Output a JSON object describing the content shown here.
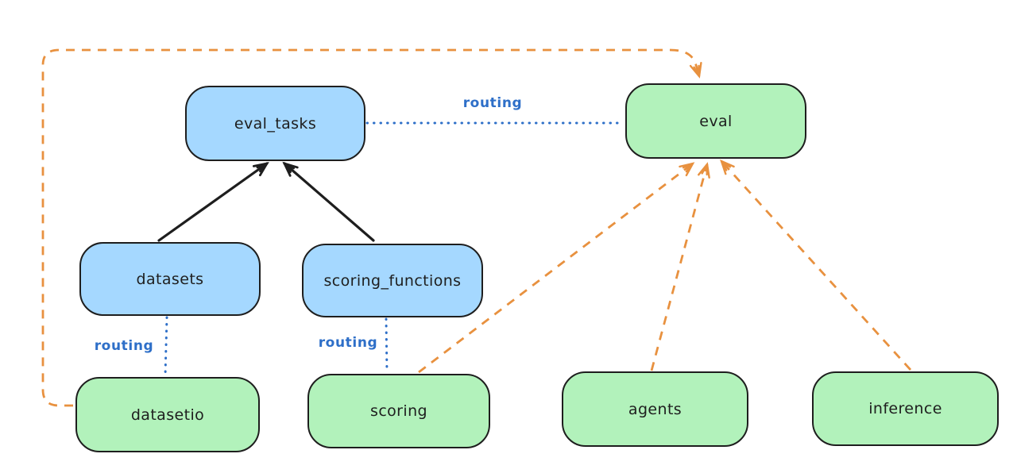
{
  "diagram": {
    "colors": {
      "background": "#ffffff",
      "node_border": "#1e1e1e",
      "blue_node_fill": "#a5d8ff",
      "green_node_fill": "#b2f2bb",
      "routing_accent": "#2e6fc8",
      "provider_arrow_orange": "#e8913f",
      "black_arrow": "#1e1e1e"
    },
    "nodes": [
      {
        "id": "eval_tasks",
        "label": "eval_tasks",
        "fill": "blue"
      },
      {
        "id": "eval",
        "label": "eval",
        "fill": "green"
      },
      {
        "id": "datasets",
        "label": "datasets",
        "fill": "blue"
      },
      {
        "id": "scoring_functions",
        "label": "scoring_functions",
        "fill": "blue"
      },
      {
        "id": "datasetio",
        "label": "datasetio",
        "fill": "green"
      },
      {
        "id": "scoring",
        "label": "scoring",
        "fill": "green"
      },
      {
        "id": "agents",
        "label": "agents",
        "fill": "green"
      },
      {
        "id": "inference",
        "label": "inference",
        "fill": "green"
      }
    ],
    "edges": [
      {
        "from": "eval_tasks",
        "to": "eval",
        "style": "routing",
        "label": "routing"
      },
      {
        "from": "datasets",
        "to": "eval_tasks",
        "style": "solid",
        "label": ""
      },
      {
        "from": "scoring_functions",
        "to": "eval_tasks",
        "style": "solid",
        "label": ""
      },
      {
        "from": "datasets",
        "to": "datasetio",
        "style": "routing",
        "label": "routing"
      },
      {
        "from": "scoring_functions",
        "to": "scoring",
        "style": "routing",
        "label": "routing"
      },
      {
        "from": "datasetio",
        "to": "eval",
        "style": "dashed",
        "label": ""
      },
      {
        "from": "scoring",
        "to": "eval",
        "style": "dashed",
        "label": ""
      },
      {
        "from": "agents",
        "to": "eval",
        "style": "dashed",
        "label": ""
      },
      {
        "from": "inference",
        "to": "eval",
        "style": "dashed",
        "label": ""
      }
    ]
  }
}
